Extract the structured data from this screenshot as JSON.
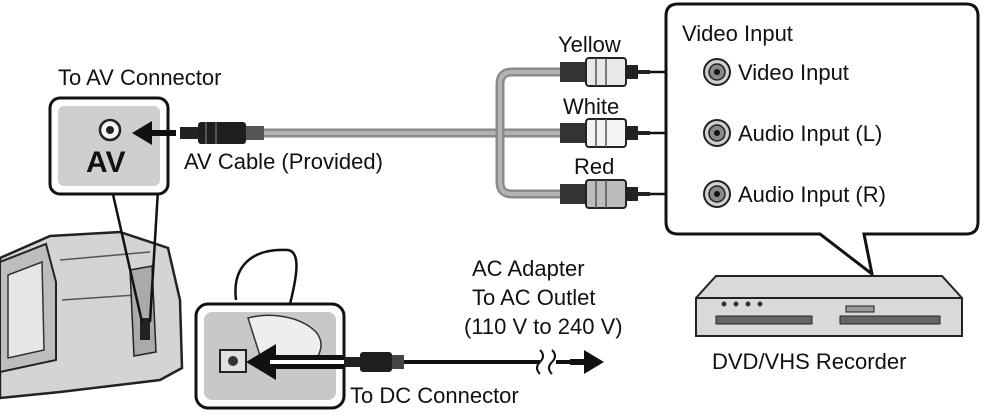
{
  "labels": {
    "to_av_connector": "To AV Connector",
    "av": "AV",
    "av_cable": "AV Cable (Provided)",
    "yellow": "Yellow",
    "white": "White",
    "red": "Red",
    "video_input_header": "Video Input",
    "video_input": "Video Input",
    "audio_input_l": "Audio Input (L)",
    "audio_input_r": "Audio Input (R)",
    "ac_adapter": "AC Adapter",
    "to_ac_outlet": "To AC Outlet",
    "voltage": "(110 V to 240 V)",
    "to_dc_connector": "To DC Connector",
    "recorder": "DVD/VHS Recorder"
  },
  "icons": [
    "camcorder-icon",
    "av-jack-icon",
    "rca-plug-icon",
    "dc-plug-icon",
    "recorder-icon"
  ],
  "colors": {
    "ink": "#111111",
    "cable": "#9a9a9a",
    "panel_fill": "#cfcfcf",
    "device_fill": "#d9d9d9"
  }
}
